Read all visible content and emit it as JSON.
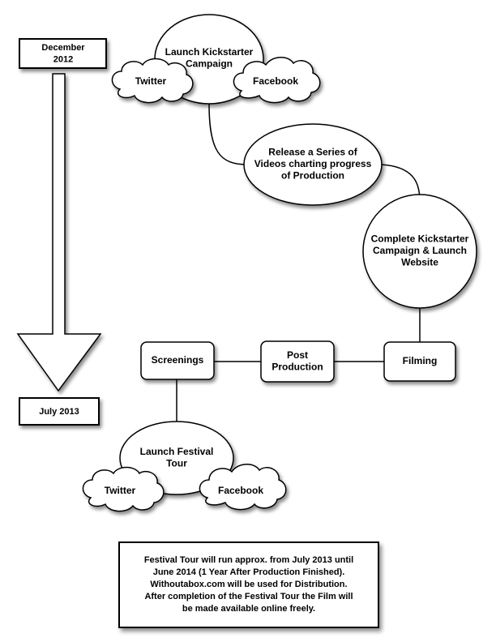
{
  "timeline": {
    "start_label": [
      "December",
      "2012"
    ],
    "end_label": [
      "July 2013"
    ]
  },
  "nodes": {
    "launch_kickstarter": [
      "Launch Kickstarter",
      "Campaign"
    ],
    "top_twitter": [
      "Twitter"
    ],
    "top_facebook": [
      "Facebook"
    ],
    "release_videos": [
      "Release a Series of",
      "Videos charting progress",
      "of Production"
    ],
    "complete_kickstarter": [
      "Complete Kickstarter",
      "Campaign & Launch",
      "Website"
    ],
    "filming": [
      "Filming"
    ],
    "post_production": [
      "Post",
      "Production"
    ],
    "screenings": [
      "Screenings"
    ],
    "launch_festival": [
      "Launch Festival",
      "Tour"
    ],
    "bottom_twitter": [
      "Twitter"
    ],
    "bottom_facebook": [
      "Facebook"
    ]
  },
  "note": [
    "Festival Tour will run approx. from July 2013 until",
    "June 2014 (1 Year After Production Finished).",
    "Withoutabox.com will be used for Distribution.",
    "After completion of the Festival Tour the Film will",
    "be made available online freely."
  ]
}
